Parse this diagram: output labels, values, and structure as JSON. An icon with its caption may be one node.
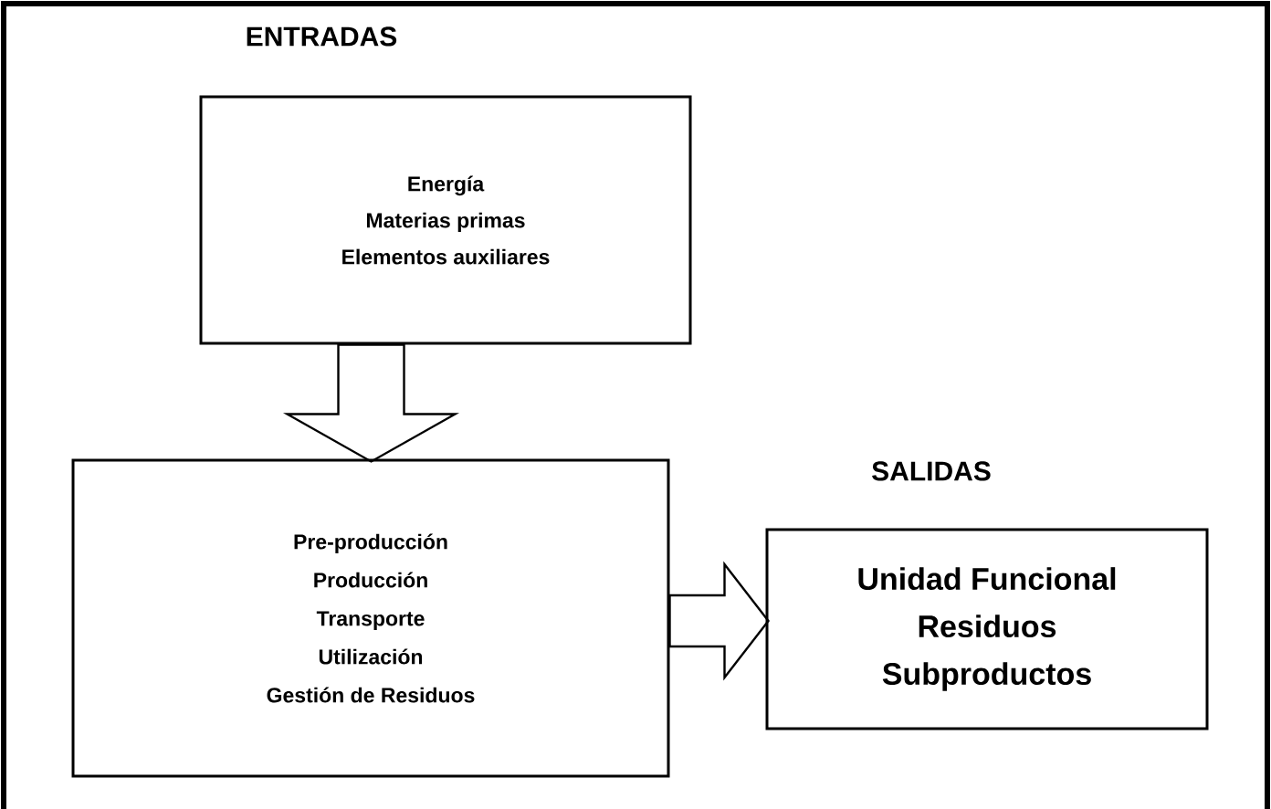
{
  "diagram": {
    "nodes": [
      {
        "text": [
          "ENTRADAS",
          "Energía",
          "Materias primas",
          "Elementos auxiliares"
        ]
      },
      {
        "text": [
          "Pre-producción",
          "Producción",
          "Transporte",
          "Utilización",
          "Gestión de Residuos"
        ]
      },
      {
        "text": [
          "SALIDAS",
          "Unidad Funcional",
          "Residuos",
          "Subproductos"
        ]
      }
    ],
    "edges": [
      {
        "from": 0,
        "to": 1,
        "arrow": "to"
      },
      {
        "from": 1,
        "to": 2,
        "arrow": "to"
      }
    ]
  }
}
